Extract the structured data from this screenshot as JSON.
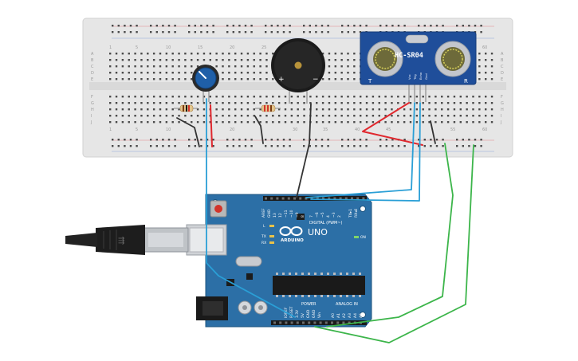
{
  "breadboard": {
    "column_numbers": [
      "1",
      "5",
      "10",
      "15",
      "20",
      "25",
      "30",
      "35",
      "40",
      "45",
      "50",
      "55",
      "60"
    ],
    "row_letters_top": [
      "A",
      "B",
      "C",
      "D",
      "E"
    ],
    "row_letters_bottom": [
      "F",
      "G",
      "H",
      "I",
      "J"
    ]
  },
  "sensor": {
    "model_label": "HC-SR04",
    "pin_labels": [
      "Vcc",
      "Trig",
      "Echo",
      "Gnd"
    ],
    "side_left": "T",
    "side_right": "R"
  },
  "buzzer": {
    "plus_label": "+",
    "minus_label": "−"
  },
  "arduino": {
    "brand_label": "ARDUINO",
    "model_label": "UNO",
    "digital_label": "DIGITAL (PWM~)",
    "power_label": "POWER",
    "analog_label": "ANALOG IN",
    "on_label": "ON",
    "tx_label": "TX",
    "rx_label": "RX",
    "l_label": "L",
    "digital_pins": [
      "AREF",
      "GND",
      "13",
      "12",
      "~11",
      "~10",
      "~9",
      "8",
      "7",
      "~6",
      "~5",
      "4",
      "~3",
      "2",
      "TX▸1",
      "RX◂0"
    ],
    "power_pins": [
      "IOREF",
      "RESET",
      "3.3V",
      "5V",
      "GND",
      "GND",
      "Vin"
    ],
    "analog_pins": [
      "A0",
      "A1",
      "A2",
      "A3",
      "A4",
      "A5"
    ]
  },
  "colors": {
    "board_blue": "#2c6fa6",
    "wire_blue": "#2a9fd6",
    "wire_green": "#3cb54a",
    "wire_red": "#e0282e",
    "wire_black": "#333333",
    "sensor_blue": "#1f4e9a",
    "breadboard": "#e8e8e8"
  }
}
